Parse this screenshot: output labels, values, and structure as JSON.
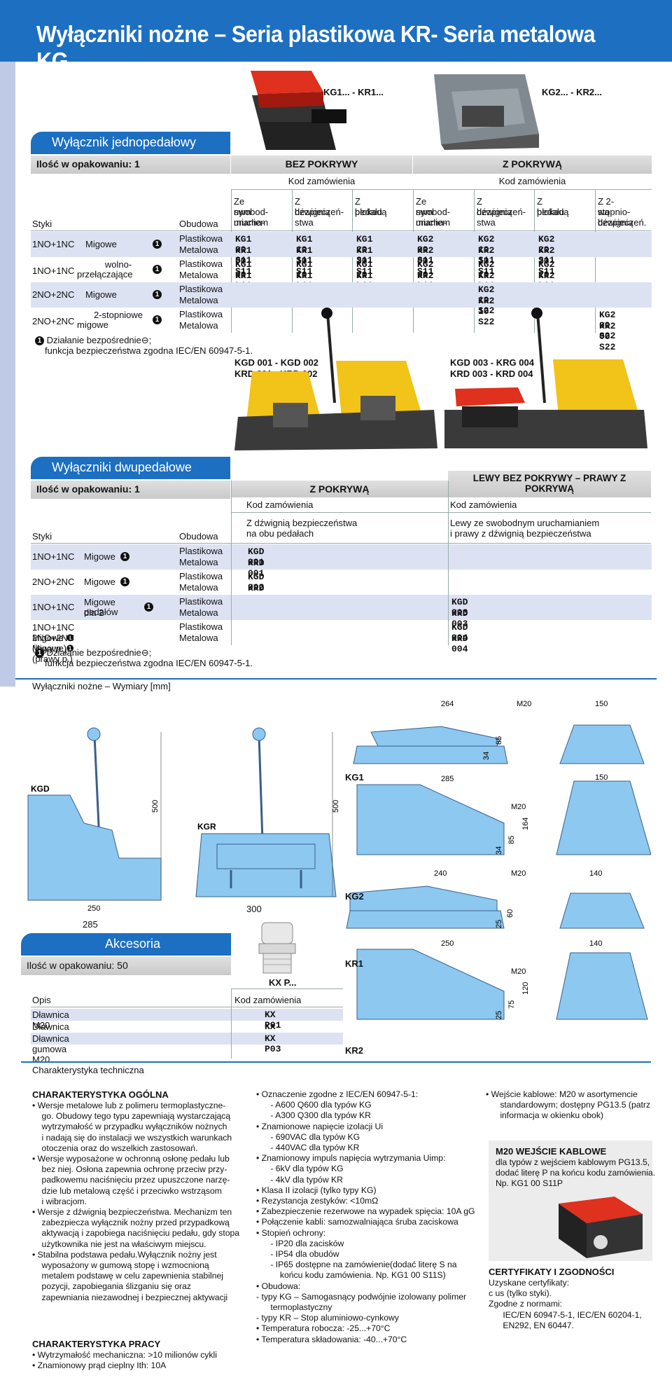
{
  "header": {
    "title": "Wyłączniki nożne – Seria plastikowa KR- Seria metalowa KG"
  },
  "top_images": {
    "left_label": "KG1... - KR1...",
    "right_label": "KG2... - KR2..."
  },
  "single": {
    "title": "Wyłącznik jednopedałowy",
    "pack": "Ilość w opakowaniu: 1",
    "col_styki": "Styki",
    "col_obudowa": "Obudowa",
    "group1": "BEZ POKRYWY",
    "group2": "Z POKRYWĄ",
    "kod": "Kod zamówienia",
    "sub": [
      [
        "Ze swobod-",
        "nym urucha-",
        "mianiem"
      ],
      [
        "Z dźwignią",
        "bezpieczeń-",
        "stwa"
      ],
      [
        "Z blokadą",
        "pedału"
      ],
      [
        "Ze swobod-",
        "nym urucha-",
        "mianiem"
      ],
      [
        "Z dźwignią",
        "bezpieczeń-",
        "stwa"
      ],
      [
        "Z blokadą",
        "pedału"
      ],
      [
        "Z 2-stopnio-",
        "wą dźwignią",
        "bezpieczeń."
      ]
    ],
    "rows": [
      {
        "styki": "1NO+1NC",
        "typ": "Migowe",
        "ob1": "Plastikowa",
        "ob2": "Metalowa",
        "codes": [
          [
            "KG1 00 S11",
            "KR1 00 S11"
          ],
          [
            "KG1 10 S11",
            "KR1 10 S11"
          ],
          [
            "KG1 20 S11",
            "KR1 20 S11"
          ],
          [
            "KG2 00 S11",
            "KR2 00 S11"
          ],
          [
            "KG2 10 S11",
            "KR2 10 S11"
          ],
          [
            "KG2 20 S11",
            "KR2 20 S11"
          ],
          [
            "",
            ""
          ]
        ]
      },
      {
        "styki": "1NO+1NC",
        "typ": "wolno-",
        "typ2": "przełączające",
        "ob1": "Plastikowa",
        "ob2": "Metalowa",
        "codes": [
          [
            "KG1 00 L11",
            "KR1 00 L11"
          ],
          [
            "KG1 10 L11",
            "KR1 10 L11"
          ],
          [
            "KG1 20 L11",
            "KR1 20 L11"
          ],
          [
            "KG2 00 L11",
            "KR2 00 L11"
          ],
          [
            "KG2 10 L11",
            "KR2 10 L11"
          ],
          [
            "KG2 20 L11",
            "KR2 20 L11"
          ],
          [
            "",
            ""
          ]
        ]
      },
      {
        "styki": "2NO+2NC",
        "typ": "Migowe",
        "ob1": "Plastikowa",
        "ob2": "Metalowa",
        "codes": [
          [
            "",
            ""
          ],
          [
            "",
            ""
          ],
          [
            "",
            ""
          ],
          [
            "",
            ""
          ],
          [
            "KG2 10 S22",
            "KR2 10 S22"
          ],
          [
            "",
            ""
          ],
          [
            "",
            ""
          ]
        ]
      },
      {
        "styki": "2NO+2NC",
        "typ": "2-stopniowe",
        "typ2": "migowe",
        "ob1": "Plastikowa",
        "ob2": "Metalowa",
        "codes": [
          [
            "",
            ""
          ],
          [
            "",
            ""
          ],
          [
            "",
            ""
          ],
          [
            "",
            ""
          ],
          [
            "",
            ""
          ],
          [
            "",
            ""
          ],
          [
            "KG2 00 S22",
            "KR2 00 S22"
          ]
        ]
      }
    ],
    "note_mark": "1",
    "note1": "Działanie bezpośrednie",
    "note2": "funkcja bezpieczeństwa zgodna IEC/EN 60947-5-1."
  },
  "double_images": {
    "left_a": "KGD 001 - KGD 002",
    "left_b": "KRD 001 - KRD 002",
    "right_a": "KGD 003 - KRG 004",
    "right_b": "KRD 003 - KRD 004"
  },
  "double": {
    "title": "Wyłączniki dwupedałowe",
    "pack": "Ilość w opakowaniu: 1",
    "g1": "Z POKRYWĄ",
    "g2a": "LEWY BEZ POKRYWY – PRAWY Z",
    "g2b": "POKRYWĄ",
    "kod": "Kod zamówienia",
    "sub1a": "Z dźwignią bezpieczeństwa",
    "sub1b": "na obu pedałach",
    "sub2a": "Lewy ze swobodnym uruchamianiem",
    "sub2b": "i prawy z dźwignią bezpieczeństwa",
    "col_styki": "Styki",
    "col_obudowa": "Obudowa",
    "rows": [
      {
        "styki": "1NO+1NC",
        "typ": "Migowe",
        "ob1": "Plastikowa",
        "ob2": "Metalowa",
        "c1": [
          "KGD 001",
          "KRD 001"
        ],
        "c2": [
          "",
          ""
        ]
      },
      {
        "styki": "2NO+2NC",
        "typ": "Migowe",
        "ob1": "Plastikowa",
        "ob2": "Metalowa",
        "c1": [
          "KGD 002",
          "KRD 002"
        ],
        "c2": [
          "",
          ""
        ]
      },
      {
        "styki": "1NO+1NC",
        "typ": "Migowe dla 2",
        "typ2": "pedałów",
        "ob1": "Plastikowa",
        "ob2": "Metalowa",
        "c1": [
          "",
          ""
        ],
        "c2": [
          "KGD 003",
          "KRD 003"
        ]
      },
      {
        "styki": "1NO+1NC",
        "typ": "Migowe",
        "typ_extra": "(lewy p.)",
        "styki2": "2NO+2NC",
        "typ_b": "Migowe",
        "typ_extra_b": "(prawy p.)",
        "ob1": "Plastikowa",
        "ob2": "Metalowa",
        "c1": [
          "",
          ""
        ],
        "c2": [
          "KGD 004",
          "KRD 004"
        ]
      }
    ],
    "note1": "Działanie bezpośrednie",
    "note2": "funkcja bezpieczeństwa zgodna IEC/EN 60947-5-1."
  },
  "dims": {
    "title": "Wyłączniki nożne – Wymiary [mm]",
    "kgd": "KGD",
    "kgr": "KGR",
    "kg1": "KG1",
    "kg2": "KG2",
    "kr1": "KR1",
    "kr2": "KR2",
    "d500a": "500",
    "d500b": "500",
    "d250": "250",
    "d285": "285",
    "d300": "300",
    "kg1_264": "264",
    "kg1_m20": "M20",
    "kg1_150": "150",
    "kg1_85": "85",
    "kg1_34": "34",
    "kg2_285": "285",
    "kg2_150": "150",
    "kg2_m20": "M20",
    "kg2_34": "34",
    "kg2_85": "85",
    "kg2_164": "164",
    "kr1_240": "240",
    "kr1_m20": "M20",
    "kr1_140": "140",
    "kr1_25": "25",
    "kr1_60": "60",
    "kr2_250": "250",
    "kr2_140": "140",
    "kr2_m20": "M20",
    "kr2_25": "25",
    "kr2_75": "75",
    "kr2_120": "120"
  },
  "acc": {
    "title": "Akcesoria",
    "pack": "Ilość w opakowaniu: 50",
    "img_label": "KX P...",
    "col_opis": "Opis",
    "col_kod": "Kod zamówienia",
    "rows": [
      [
        "Dławnica M20",
        "KX  P01"
      ],
      [
        "Dławnica PG13.5",
        "KX  P02"
      ],
      [
        "Dławnica gumowa M20",
        "KX  P03"
      ]
    ]
  },
  "tech": {
    "title": "Charakterystyka techniczna",
    "h1": "CHARAKTERYSTYKA OGÓLNA",
    "col1": [
      "• Wersje metalowe lub z polimeru termoplastyczne-",
      "  go. Obudowy tego typu zapewniają wystarczającą",
      "  wytrzymałość w przypadku wyłączników nożnych",
      "  i nadają się do instalacji we wszystkich warunkach",
      "  otoczenia oraz do wszelkich zastosowań.",
      "• Wersje wyposażone w ochronną osłonę pedału lub",
      "  bez niej. Osłona zapewnia ochronę przeciw przy-",
      "  padkowemu naciśnięciu przez upuszczone narzę-",
      "  dzie lub metalową część i przeciwko wstrząsom",
      "  i wibracjom.",
      "• Wersje z dźwignią bezpieczeństwa. Mechanizm ten",
      "  zabezpiecza wyłącznik nożny przed przypadkową",
      "  aktywacją i zapobiega naciśnięciu pedału, gdy stopa",
      "  użytkownika nie jest na właściwym miejscu.",
      "• Stabilna podstawa pedału.Wyłącznik nożny jest",
      "  wyposażony w gumową stopę i wzmocnioną",
      "  metalem podstawę w celu zapewnienia stabilnej",
      "  pozycji, zapobiegania ślizganiu się oraz",
      "  zapewniania niezawodnej i bezpiecznej aktywacji"
    ],
    "h2": "CHARAKTERYSTYKA PRACY",
    "col1b": [
      "• Wytrzymałość mechaniczna: >10 milionów cykli",
      "• Znamionowy prąd cieplny Ith: 10A"
    ],
    "col2": [
      "• Oznaczenie zgodne z IEC/EN 60947-5-1:",
      "   - A600 Q600 dla typów KG",
      "   - A300 Q300 dla typów KR",
      "• Znamionowe napięcie izolacji Ui",
      "   - 690VAC dla typów KG",
      "   - 440VAC dla typów KR",
      "• Znamionowy impuls napięcia wytrzymania Uimp:",
      "   - 6kV dla typów KG",
      "   - 4kV dla typów KR",
      "• Klasa II izolacji (tylko typy KG)",
      "• Rezystancja zestyków: <10mΩ",
      "• Zabezpieczenie rezerwowe na wypadek spięcia: 10A gG",
      "• Połączenie kabli: samozwalniająca śruba zaciskowa",
      "• Stopień ochrony:",
      "   - IP20 dla zacisków",
      "   - IP54 dla obudów",
      "   - IP65 dostępne na zamówienie(dodać literę S na",
      "     końcu kodu zamówienia. Np. KG1 00 S11S)",
      "• Obudowa:",
      "- typy KG – Samogasnący podwójnie izolowany polimer",
      "   termoplastyczny",
      "- typy KR – Stop aluminiowo-cynkowy",
      "• Temperatura robocza: -25...+70°C",
      "• Temperatura składowania: -40...+70°C"
    ],
    "col3": [
      "• Wejście kablowe: M20 w asortymencie",
      "   standardowym; dostępny PG13.5 (patrz",
      "   informacja w okienku obok)"
    ],
    "box_title": "M20 WEJŚCIE KABLOWE",
    "box_lines": [
      "dla typów z wejściem kablowym PG13.5,",
      "dodać literę P na końcu kodu zamówienia.",
      "Np. KG1 00 S11P"
    ],
    "cert_title": "CERTYFIKATY I ZGODNOŚCI",
    "cert_lines": [
      "Uzyskane certyfikaty:",
      "c  us (tylko styki).",
      "Zgodne z normami:",
      "   IEC/EN 60947-5-1, IEC/EN 60204-1,",
      "   EN292, EN 60447."
    ]
  }
}
